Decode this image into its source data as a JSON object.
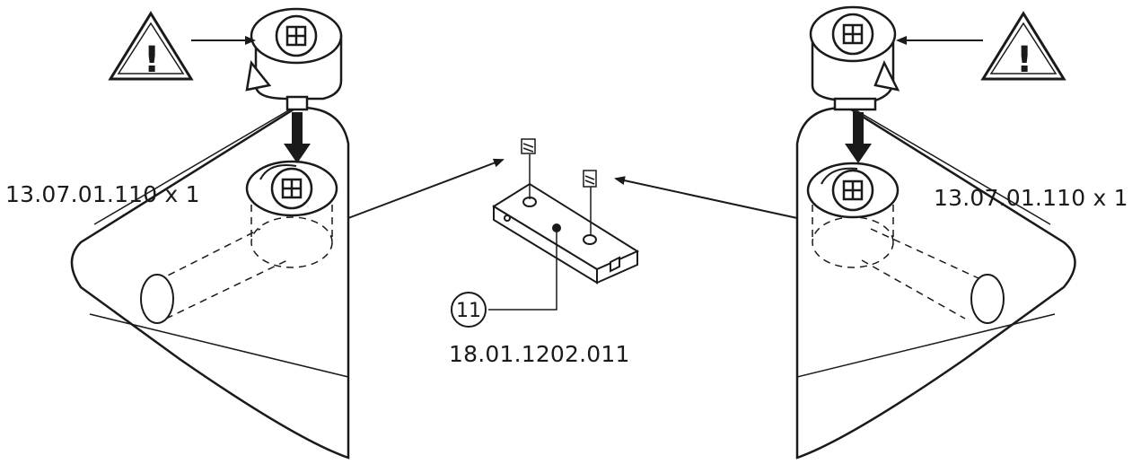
{
  "labels": {
    "left_part": "13.07.01.110 x 1",
    "right_part": "13.07.01.110 x 1",
    "center_part": "18.01.1202.011",
    "callout_number": "11"
  },
  "icons": {
    "warning_left": "warning-triangle-icon",
    "warning_right": "warning-triangle-icon",
    "cam_lock": "cam-lock-fitting-icon",
    "connector_block": "connector-block-icon"
  },
  "colors": {
    "line": "#1a1a1a",
    "fill": "#ffffff"
  }
}
